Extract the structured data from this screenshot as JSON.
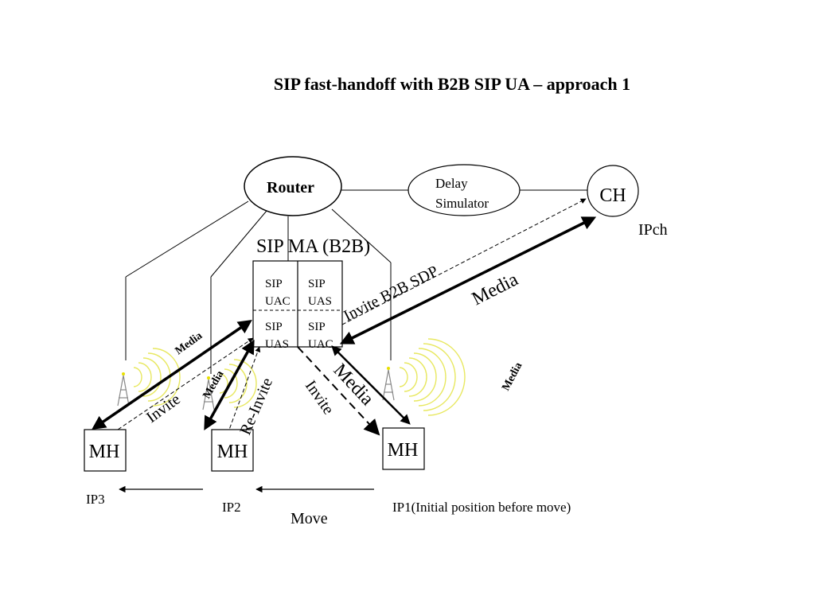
{
  "title": "SIP fast-handoff with B2B SIP UA – approach 1",
  "router": "Router",
  "delay_simulator": [
    "Delay",
    "Simulator"
  ],
  "ch": "CH",
  "ipch": "IPch",
  "ma_label": "SIP MA (B2B)",
  "cells": {
    "top_left": [
      "SIP",
      "UAC"
    ],
    "top_right": [
      "SIP",
      "UAS"
    ],
    "bottom_left": [
      "SIP",
      "UAS"
    ],
    "bottom_right": [
      "SIP",
      "UAC"
    ]
  },
  "mh": [
    "MH",
    "MH",
    "MH"
  ],
  "ip3": "IP3",
  "ip2": "IP2",
  "ip1": "IP1(Initial position before move)",
  "move": "Move",
  "labels": {
    "invite_b2b_sdp": "Invite  B2B SDP",
    "media_ch": "Media",
    "media_left": "Media",
    "media_mid": "Media",
    "media_right_small": "Media",
    "media_ip1": "Media",
    "invite_left": "Invite",
    "re_invite": "Re-Invite",
    "invite_ip1": "Invite"
  }
}
